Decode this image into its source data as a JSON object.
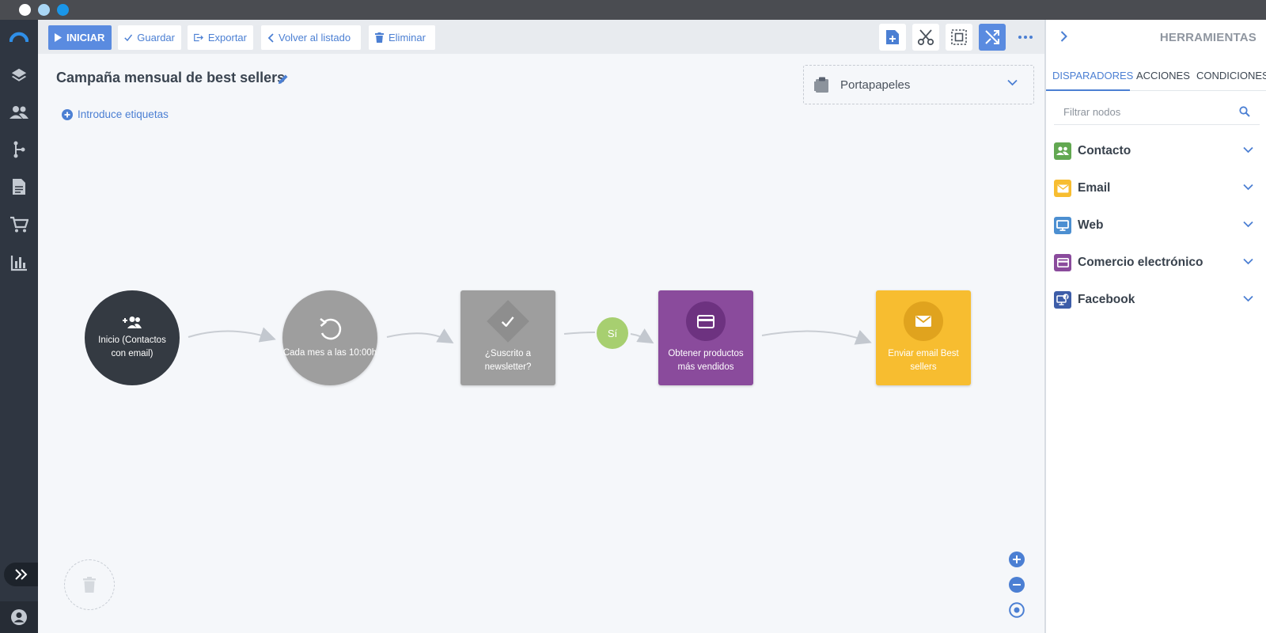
{
  "toolbar": {
    "start_label": "INICIAR",
    "save_label": "Guardar",
    "export_label": "Exportar",
    "back_label": "Volver al listado",
    "delete_label": "Eliminar"
  },
  "canvas": {
    "title": "Campaña mensual de best sellers",
    "tags_placeholder": "Introduce etiquetas",
    "clipboard_label": "Portapapeles"
  },
  "flow": {
    "nodes": [
      {
        "label": "Inicio (Contactos con email)",
        "color": "#343a42"
      },
      {
        "label": "Cada mes a las 10:00h",
        "color": "#9e9e9e"
      },
      {
        "label": "¿Suscrito a newsletter?",
        "color": "#9e9e9e"
      },
      {
        "label": "Obtener productos más vendidos",
        "color": "#8a4b9c"
      },
      {
        "label": "Enviar email Best sellers",
        "color": "#f7bd30"
      }
    ],
    "branch_label": "Sí"
  },
  "panel": {
    "title": "HERRAMIENTAS",
    "tabs": [
      "DISPARADORES",
      "ACCIONES",
      "CONDICIONES"
    ],
    "filter_placeholder": "Filtrar nodos",
    "categories": [
      {
        "label": "Contacto",
        "color": "#62a851",
        "icon": "contact-icon"
      },
      {
        "label": "Email",
        "color": "#f7bd30",
        "icon": "email-icon"
      },
      {
        "label": "Web",
        "color": "#4c8fd1",
        "icon": "web-icon"
      },
      {
        "label": "Comercio electrónico",
        "color": "#8a4b9c",
        "icon": "ecommerce-icon"
      },
      {
        "label": "Facebook",
        "color": "#3d5da8",
        "icon": "facebook-icon"
      }
    ]
  },
  "colors": {
    "accent": "#5a8be0",
    "link": "#4b7fd3",
    "rail": "#2f3641"
  }
}
